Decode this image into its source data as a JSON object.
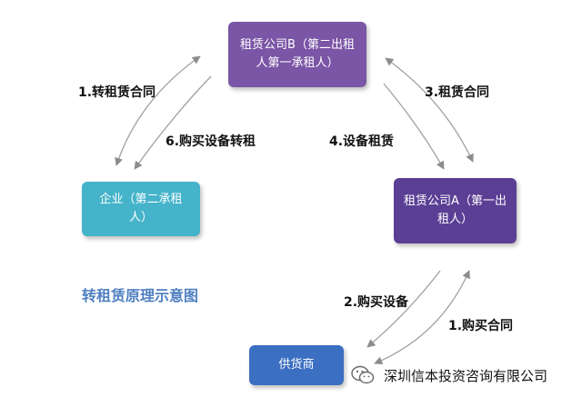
{
  "nodes": {
    "company_b": "租赁公司B（第二出租人第一承租人）",
    "company_a": "租赁公司A（第一出租人）",
    "enterprise": "企业（第二承租人）",
    "supplier": "供货商"
  },
  "edges": {
    "sublease_contract": "1.转租赁合同",
    "buy_sublease": "6.购买设备转租",
    "lease_contract": "3.租赁合同",
    "equipment_lease": "4.设备租赁",
    "buy_equipment": "2.购买设备",
    "purchase_contract": "1.购买合同"
  },
  "caption": "转租赁原理示意图",
  "watermark": "深圳信本投资咨询有限公司",
  "colors": {
    "company_b": "#7b55a6",
    "company_a": "#5b3f95",
    "enterprise": "#45b3c9",
    "supplier": "#3b6fc1",
    "arrow": "#9a9a9a",
    "caption": "#4f7fc0"
  },
  "icons": {
    "watermark_icon": "wechat-icon"
  }
}
